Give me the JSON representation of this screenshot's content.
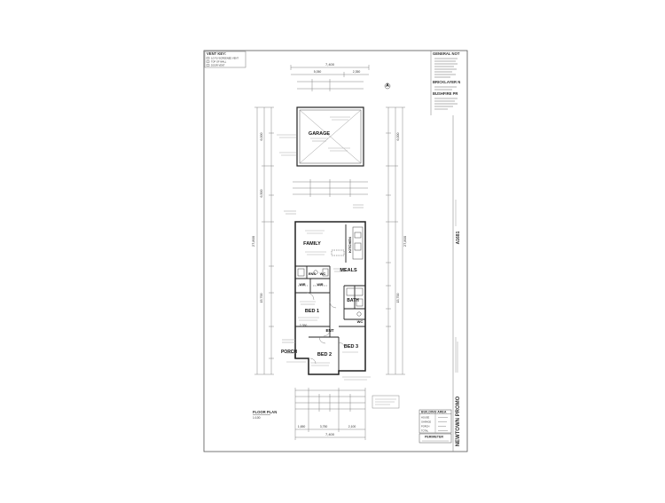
{
  "vent_key": {
    "title": "VENT KEY:",
    "items": [
      "1/2 FLYSCREENED VENT",
      "TOP OF WALL",
      "DOOR VENT"
    ]
  },
  "general_notes_title": "GENERAL NOT",
  "brickveneer_title": "BRICKLAYER N",
  "bushfire_title": "BUSHFIRE PR",
  "rooms": {
    "garage": "GARAGE",
    "family": "FAMILY",
    "kitchen": "KITCHEN",
    "meals": "MEALS",
    "ens": "ENS",
    "wc_top": "WC",
    "wir1": "WIR",
    "wir2": "WIR",
    "bed1": "BED 1",
    "bath": "BATH",
    "wc2": "WC",
    "ent": "ENT",
    "bed3": "BED 3",
    "bed2": "BED 2",
    "porch": "PORCH"
  },
  "dimensions": {
    "top_overall": "7,400",
    "top_split_a": "5,050",
    "top_split_b": "2,350",
    "left_overall": "27,800",
    "left_garage": "6,000",
    "left_mid": "6,500",
    "left_house": "15,700",
    "right_overall": "27,800",
    "right_garage": "6,000",
    "right_house": "15,700",
    "bottom_overall": "7,400",
    "bottom_split_a": "1,650",
    "bottom_split_b": "3,750",
    "bottom_split_c": "2,100",
    "bed1_width": "2,350"
  },
  "floor_plan_label": "FLOOR PLAN",
  "floor_plan_scale": "1:100",
  "building_area": {
    "title": "BUILDING AREA",
    "rows": [
      "HOUSE",
      "GARAGE",
      "PORCH",
      "TOTAL"
    ]
  },
  "perimeter_title": "PERIMETER",
  "project_name": "NEWTOWN PROMO",
  "drawing_number": "A1681"
}
